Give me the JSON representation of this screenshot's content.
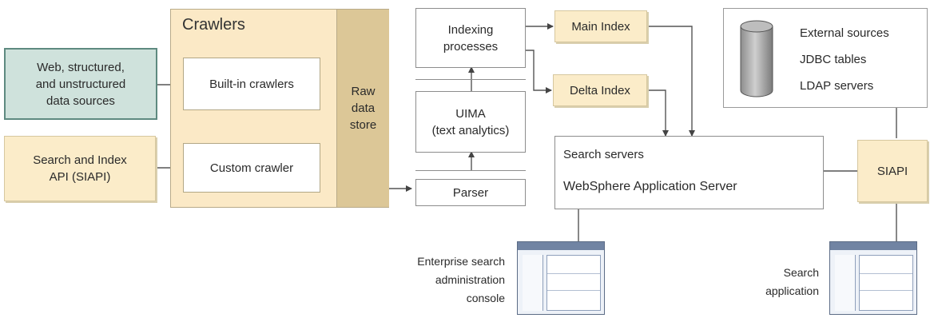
{
  "sources": {
    "web_label": "Web, structured,\nand unstructured\ndata sources",
    "siapi_label": "Search and Index\nAPI (SIAPI)"
  },
  "crawlers": {
    "title": "Crawlers",
    "builtin_label": "Built-in crawlers",
    "custom_label": "Custom crawler",
    "raw_store_label": "Raw\ndata\nstore"
  },
  "pipeline": {
    "indexing_label": "Indexing\nprocesses",
    "uima_label": "UIMA\n(text analytics)",
    "parser_label": "Parser"
  },
  "indexes": {
    "main_label": "Main Index",
    "delta_label": "Delta Index"
  },
  "external": {
    "items": [
      "External sources",
      "JDBC tables",
      "LDAP servers"
    ]
  },
  "search": {
    "servers_label": "Search servers",
    "was_label": "WebSphere Application Server",
    "siapi_label": "SIAPI"
  },
  "consoles": {
    "admin_label": "Enterprise search\nadministration\nconsole",
    "app_label": "Search\napplication"
  },
  "colors": {
    "tan": "#fbecc9",
    "raw_store": "#dcc797",
    "teal": "#cfe2dc",
    "teal_border": "#5e8a80",
    "window_bar": "#7184a3"
  }
}
